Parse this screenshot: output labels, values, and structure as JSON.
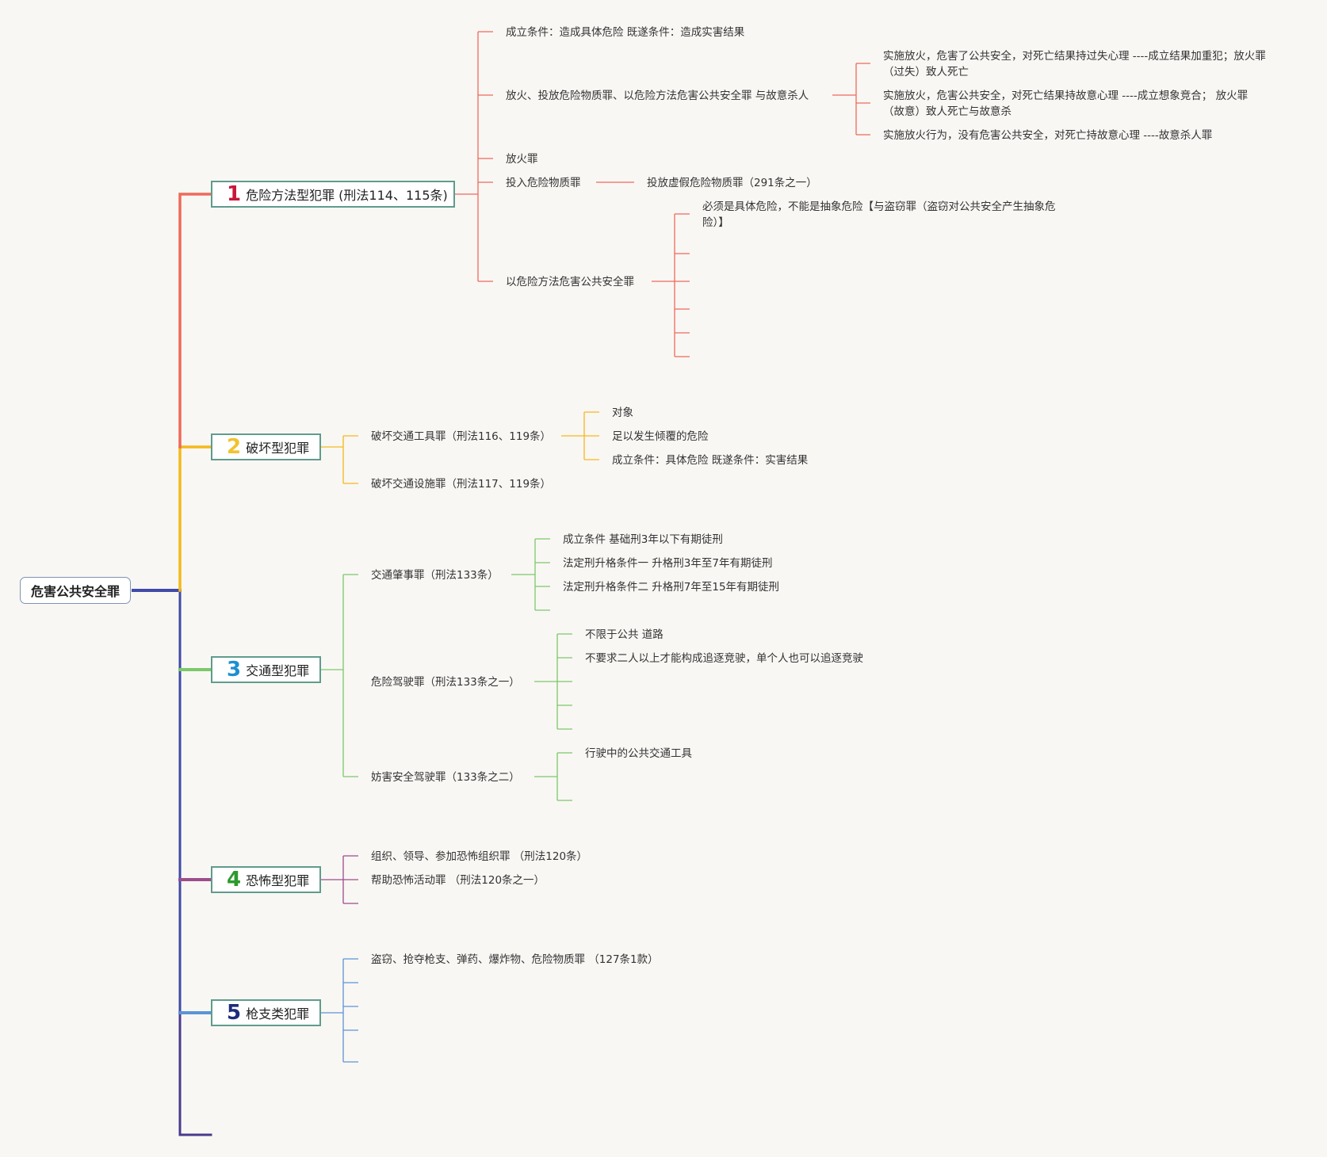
{
  "root": "危害公共安全罪",
  "colors": {
    "root_line": "#3f4aa8",
    "b1": "#ee6a5a",
    "b2": "#f5b81b",
    "b3": "#7bc86a",
    "b4": "#9b4d8c",
    "b5": "#5b94d6",
    "b6": "#4a3a8e"
  },
  "branches": [
    {
      "num": "1",
      "num_color": "#c8173a",
      "label": "危险方法型犯罪 (刑法114、115条)",
      "children": [
        "成立条件：造成具体危险 既遂条件：造成实害结果",
        "放火、投放危险物质罪、以危险方法危害公共安全罪 与故意杀人",
        "放火罪",
        "投入危险物质罪",
        "以危险方法危害公共安全罪"
      ],
      "sub_kill": [
        "实施放火，危害了公共安全，对死亡结果持过失心理 ----成立结果加重犯；放火罪（过失）致人死亡",
        "实施放火，危害公共安全，对死亡结果持故意心理 ----成立想象竞合；  放火罪（故意）致人死亡与故意杀",
        "实施放火行为，没有危害公共安全，对死亡持故意心理 ----故意杀人罪"
      ],
      "sub_poison": "投放虚假危险物质罪（291条之一）",
      "sub_danger": "必须是具体危险，不能是抽象危险【与盗窃罪（盗窃对公共安全产生抽象危险）】"
    },
    {
      "num": "2",
      "num_color": "#f2c230",
      "label": "破坏型犯罪",
      "children": [
        "破坏交通工具罪（刑法116、119条）",
        "破坏交通设施罪（刑法117、119条）"
      ],
      "sub_vehicle": [
        "对象",
        "足以发生倾覆的危险",
        "成立条件：具体危险 既遂条件：实害结果"
      ]
    },
    {
      "num": "3",
      "num_color": "#1e8fd0",
      "label": "交通型犯罪",
      "children": [
        "交通肇事罪（刑法133条）",
        "危险驾驶罪（刑法133条之一）",
        "妨害安全驾驶罪（133条之二）"
      ],
      "sub_accident": [
        "成立条件 基础刑3年以下有期徒刑",
        "法定刑升格条件一 升格刑3年至7年有期徒刑",
        "法定刑升格条件二 升格刑7年至15年有期徒刑"
      ],
      "sub_drunk": [
        "不限于公共 道路",
        "不要求二人以上才能构成追逐竞驶，单个人也可以追逐竞驶"
      ],
      "sub_obstruct": [
        "行驶中的公共交通工具"
      ]
    },
    {
      "num": "4",
      "num_color": "#2c9a2c",
      "label": "恐怖型犯罪",
      "children": [
        "组织、领导、参加恐怖组织罪 （刑法120条）",
        "帮助恐怖活动罪 （刑法120条之一）"
      ]
    },
    {
      "num": "5",
      "num_color": "#1f2b7a",
      "label": "枪支类犯罪",
      "children": [
        "盗窃、抢夺枪支、弹药、爆炸物、危险物质罪 （127条1款）"
      ]
    }
  ]
}
